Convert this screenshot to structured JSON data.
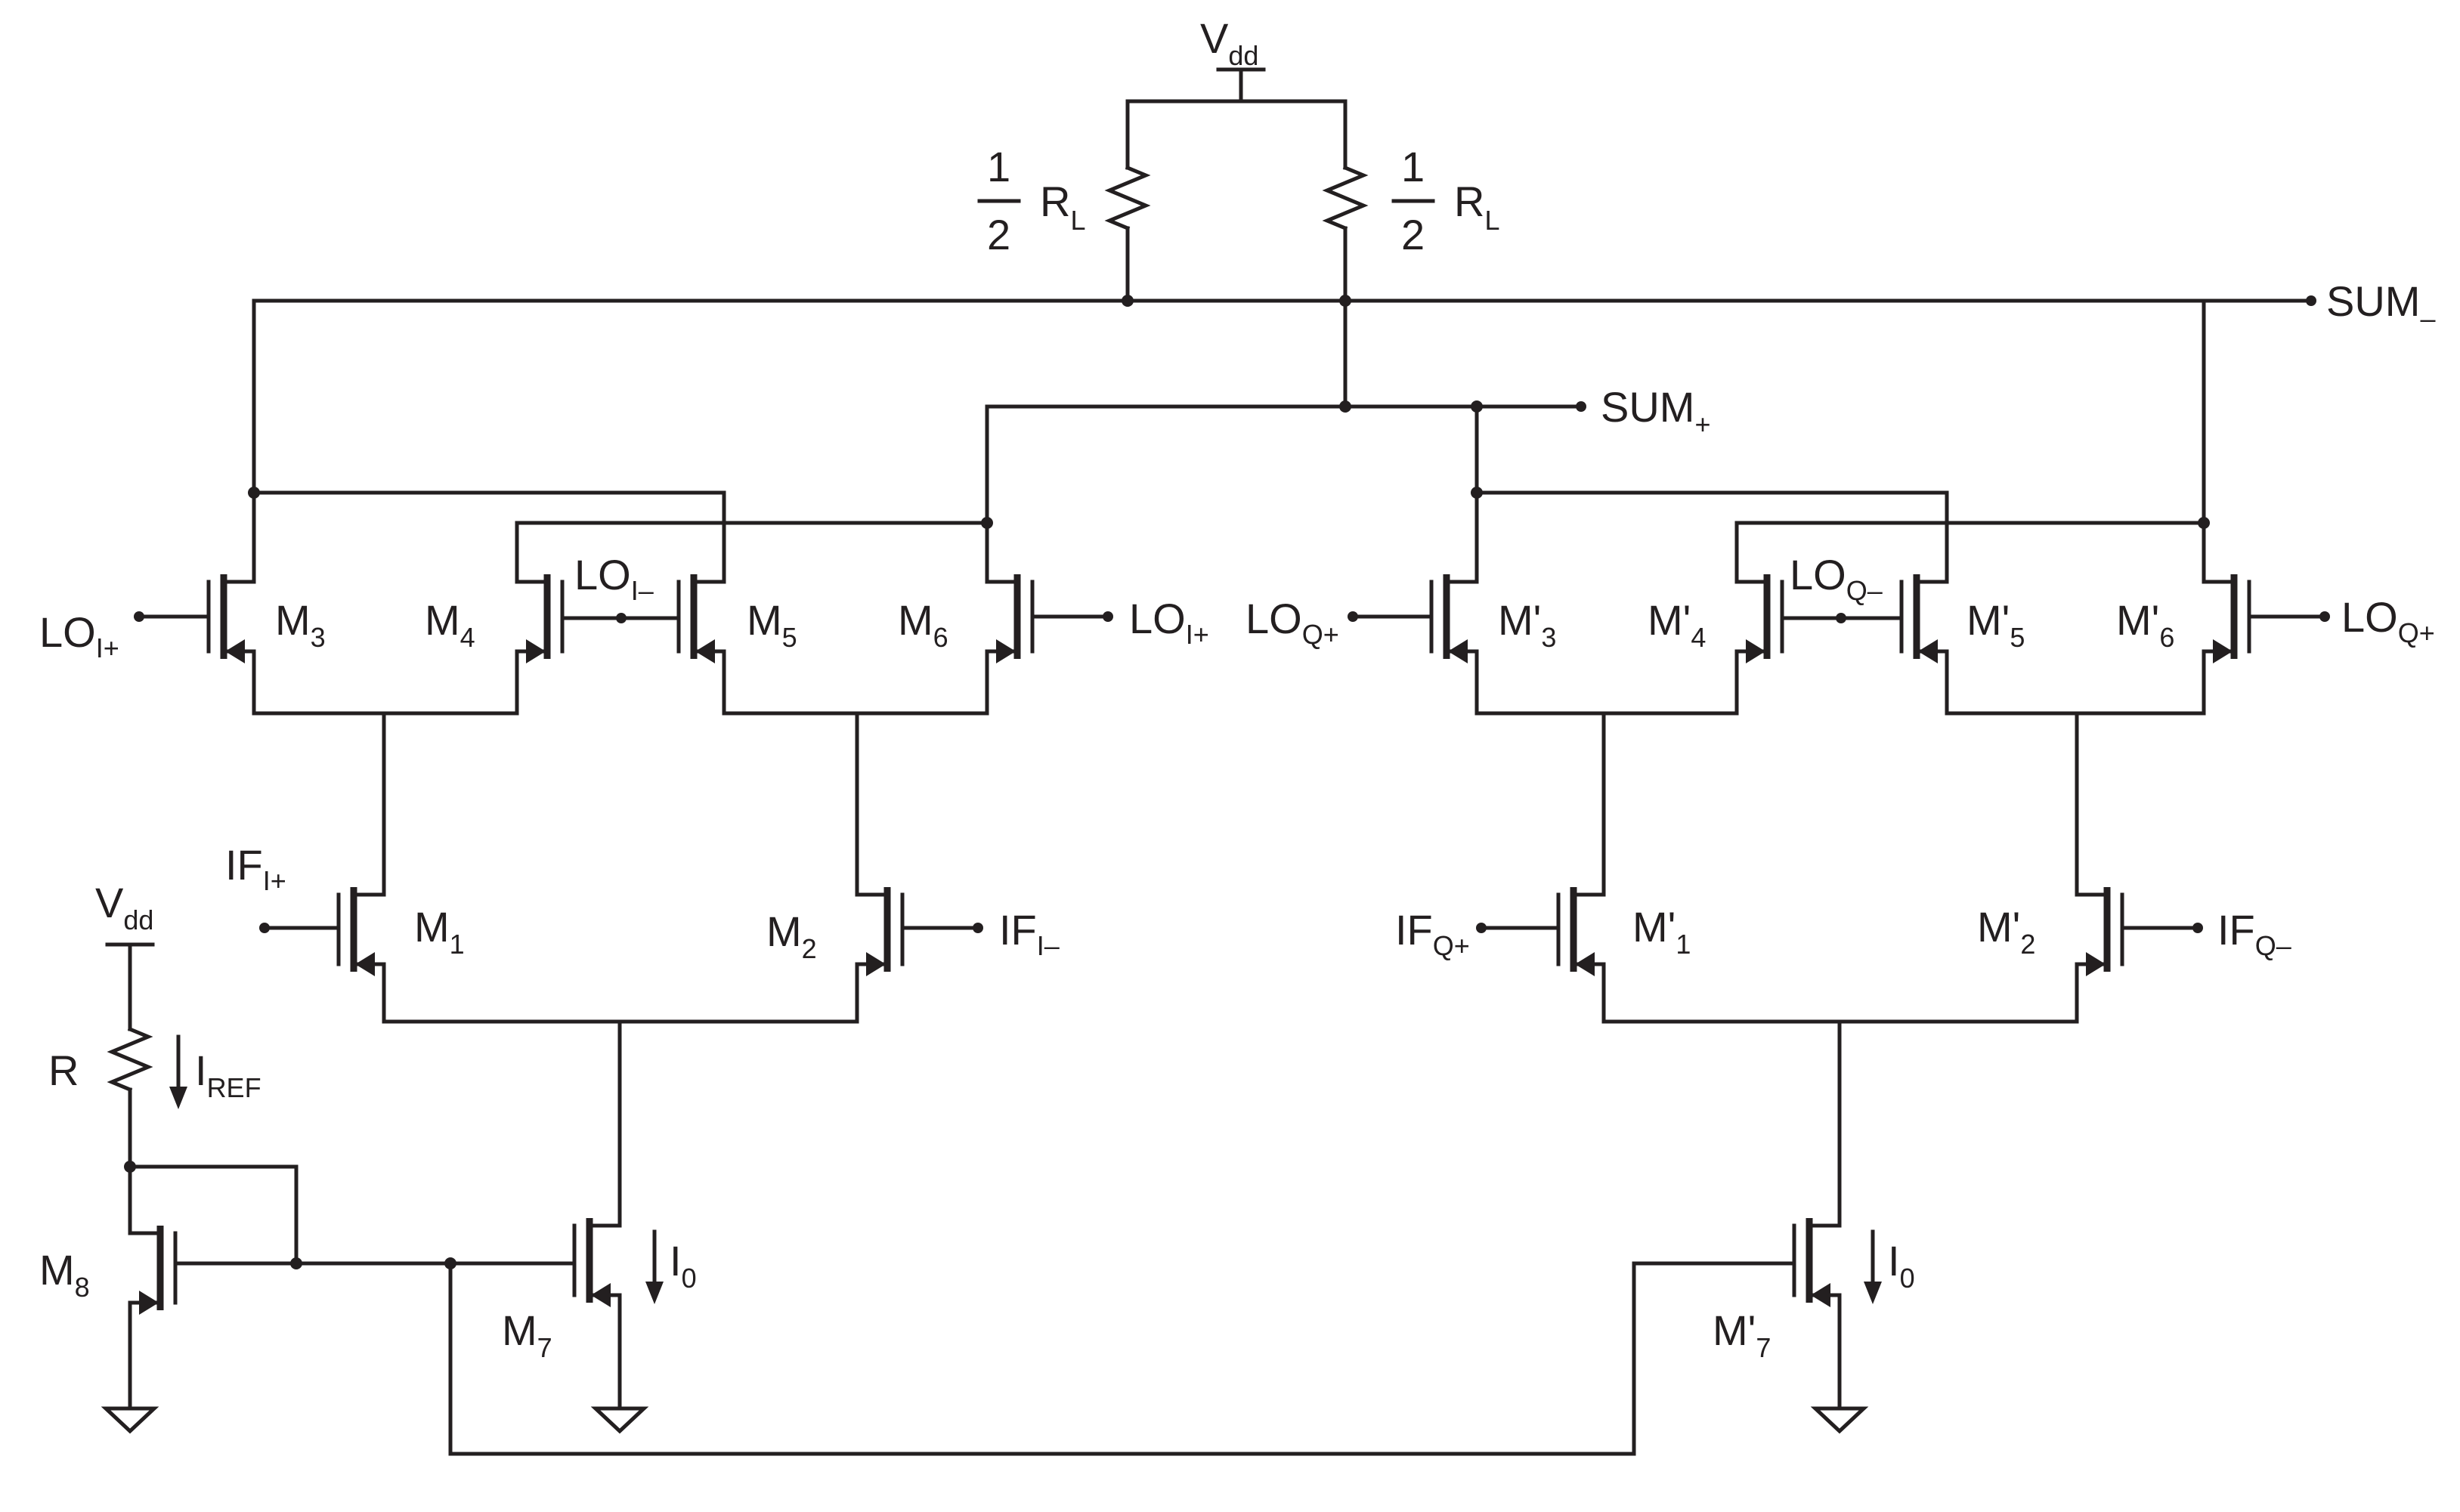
{
  "supply": {
    "main": "V",
    "sub": "dd"
  },
  "load_left": {
    "numerator": "1",
    "denominator": "2",
    "main": "R",
    "sub": "L"
  },
  "load_right": {
    "numerator": "1",
    "denominator": "2",
    "main": "R",
    "sub": "L"
  },
  "outputs": {
    "sum_minus": {
      "main": "SUM",
      "sub": "–"
    },
    "sum_plus": {
      "main": "SUM",
      "sub": "+"
    }
  },
  "i_channel": {
    "m1": {
      "main": "M",
      "sub": "1"
    },
    "m2": {
      "main": "M",
      "sub": "2"
    },
    "m3": {
      "main": "M",
      "sub": "3"
    },
    "m4": {
      "main": "M",
      "sub": "4"
    },
    "m5": {
      "main": "M",
      "sub": "5"
    },
    "m6": {
      "main": "M",
      "sub": "6"
    },
    "m7": {
      "main": "M",
      "sub": "7"
    },
    "lo_plus_left": {
      "main": "LO",
      "sub": "I+"
    },
    "lo_minus": {
      "main": "LO",
      "sub": "I–"
    },
    "lo_plus_right": {
      "main": "LO",
      "sub": "I+"
    },
    "if_plus": {
      "main": "IF",
      "sub": "I+"
    },
    "if_minus": {
      "main": "IF",
      "sub": "I–"
    },
    "tail_current": {
      "main": "I",
      "sub": "0"
    }
  },
  "q_channel": {
    "m1": {
      "main": "M'",
      "sub": "1"
    },
    "m2": {
      "main": "M'",
      "sub": "2"
    },
    "m3": {
      "main": "M'",
      "sub": "3"
    },
    "m4": {
      "main": "M'",
      "sub": "4"
    },
    "m5": {
      "main": "M'",
      "sub": "5"
    },
    "m6": {
      "main": "M'",
      "sub": "6"
    },
    "m7": {
      "main": "M'",
      "sub": "7"
    },
    "lo_plus_left": {
      "main": "LO",
      "sub": "Q+"
    },
    "lo_minus": {
      "main": "LO",
      "sub": "Q–"
    },
    "lo_plus_right": {
      "main": "LO",
      "sub": "Q+"
    },
    "if_plus": {
      "main": "IF",
      "sub": "Q+"
    },
    "if_minus": {
      "main": "IF",
      "sub": "Q–"
    },
    "tail_current": {
      "main": "I",
      "sub": "0"
    }
  },
  "bias": {
    "supply": {
      "main": "V",
      "sub": "dd"
    },
    "resistor": "R",
    "ref_current": {
      "main": "I",
      "sub": "REF"
    },
    "m8": {
      "main": "M",
      "sub": "8"
    }
  }
}
